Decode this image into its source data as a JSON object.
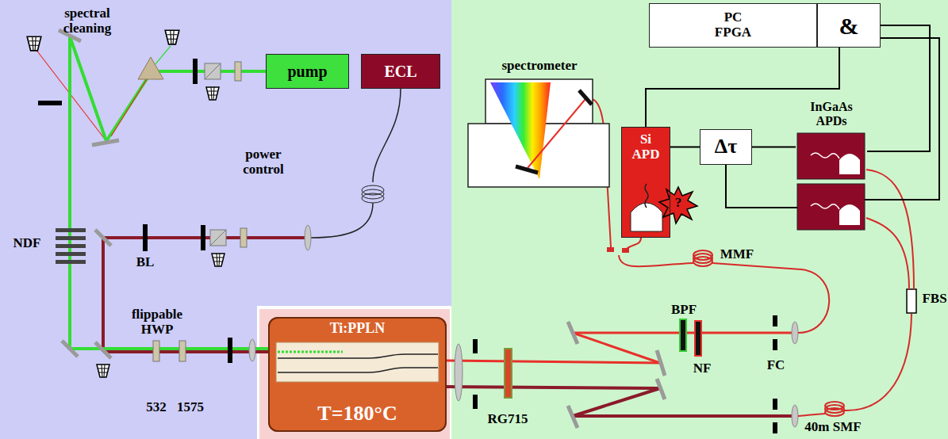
{
  "diagram": {
    "nodes": [
      {
        "text": [
          "pump"
        ]
      },
      {
        "text": [
          "ECL"
        ]
      },
      {
        "text": [
          "Ti:PPLN",
          "T=180°C"
        ]
      },
      {
        "text": [
          "PC FPGA"
        ]
      },
      {
        "text": [
          "&"
        ]
      },
      {
        "text": [
          "Si APD"
        ]
      },
      {
        "text": [
          "Δτ"
        ]
      },
      {
        "text": [
          "InGaAs APDs"
        ]
      }
    ],
    "edges": [
      {
        "from": 5,
        "to": 4,
        "arrow": "none"
      },
      {
        "from": 5,
        "to": 6,
        "arrow": "none"
      },
      {
        "from": 6,
        "to": 7,
        "arrow": "none"
      },
      {
        "from": 4,
        "to": 7,
        "arrow": "none"
      }
    ],
    "labels": [
      "spectral cleaning",
      "power control",
      "NDF",
      "BL",
      "flippable HWP",
      "532",
      "1575",
      "RG715",
      "spectrometer",
      "MMF",
      "BPF",
      "NF",
      "FC",
      "FBS",
      "40m SMF",
      "?"
    ]
  }
}
